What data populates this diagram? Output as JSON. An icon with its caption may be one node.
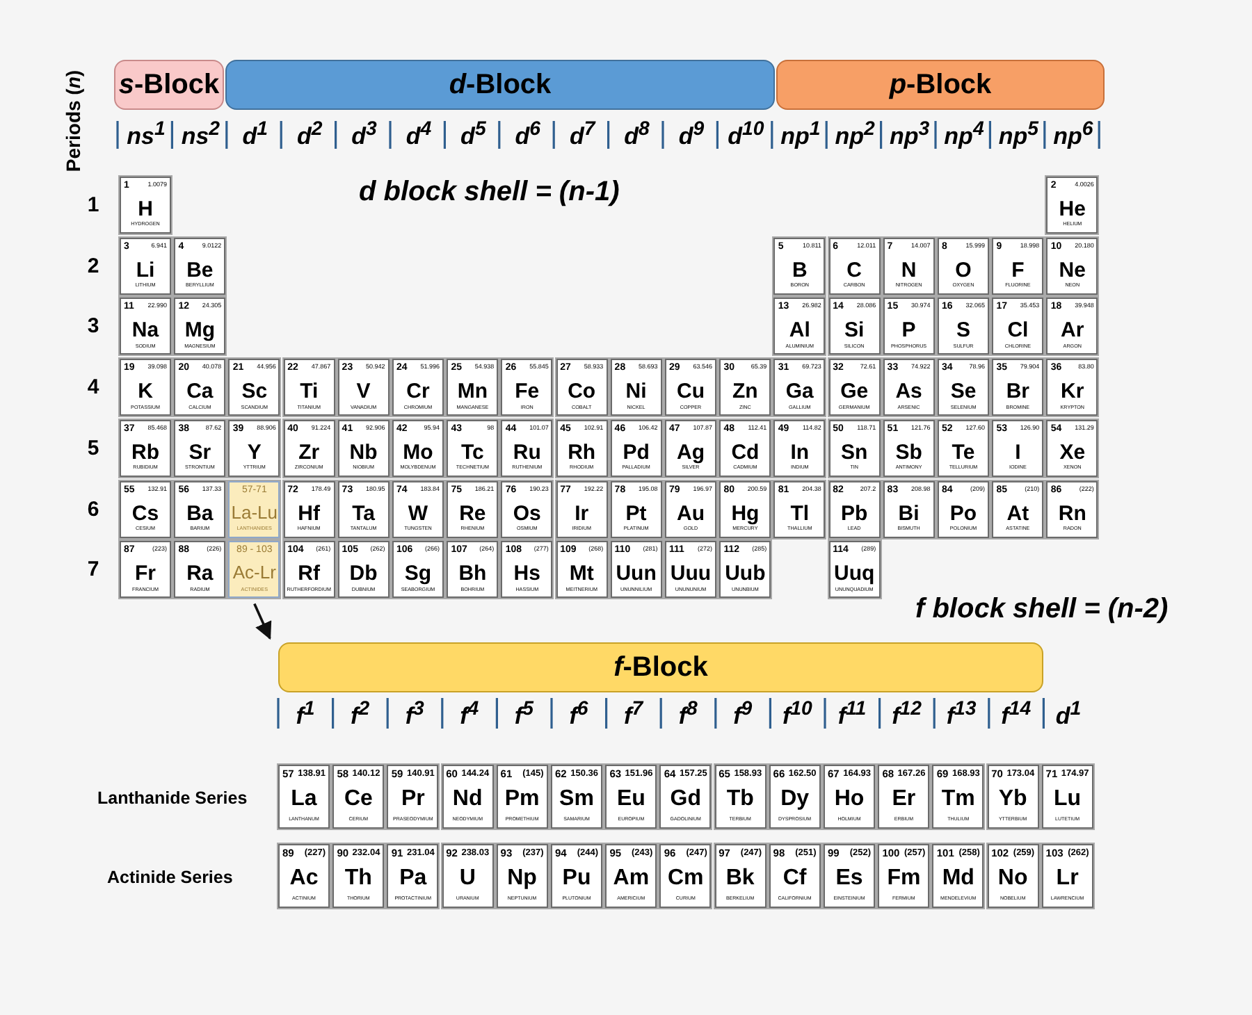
{
  "diagram": {
    "nodes": [
      {
        "text": [
          "*s*-Block"
        ]
      },
      {
        "text": [
          "*d*-Block"
        ]
      },
      {
        "text": [
          "*p*-Block"
        ]
      },
      {
        "text": [
          "1",
          "1.0079",
          "H",
          "HYDROGEN"
        ]
      },
      {
        "text": [
          "2",
          "4.0026",
          "He",
          "HELIUM"
        ]
      },
      {
        "text": [
          "3",
          "6.941",
          "Li",
          "LITHIUM"
        ]
      },
      {
        "text": [
          "4",
          "9.0122",
          "Be",
          "BERYLLIUM"
        ]
      },
      {
        "text": [
          "5",
          "10.811",
          "B",
          "BORON"
        ]
      },
      {
        "text": [
          "6",
          "12.011",
          "C",
          "CARBON"
        ]
      },
      {
        "text": [
          "7",
          "14.007",
          "N",
          "NITROGEN"
        ]
      },
      {
        "text": [
          "8",
          "15.999",
          "O",
          "OXYGEN"
        ]
      },
      {
        "text": [
          "9",
          "18.998",
          "F",
          "FLUORINE"
        ]
      },
      {
        "text": [
          "10",
          "20.180",
          "Ne",
          "NEON"
        ]
      },
      {
        "text": [
          "11",
          "22.990",
          "Na",
          "SODIUM"
        ]
      },
      {
        "text": [
          "12",
          "24.305",
          "Mg",
          "MAGNESIUM"
        ]
      },
      {
        "text": [
          "13",
          "26.982",
          "Al",
          "ALUMINIUM"
        ]
      },
      {
        "text": [
          "14",
          "28.086",
          "Si",
          "SILICON"
        ]
      },
      {
        "text": [
          "15",
          "30.974",
          "P",
          "PHOSPHORUS"
        ]
      },
      {
        "text": [
          "16",
          "32.065",
          "S",
          "SULFUR"
        ]
      },
      {
        "text": [
          "17",
          "35.453",
          "Cl",
          "CHLORINE"
        ]
      },
      {
        "text": [
          "18",
          "39.948",
          "Ar",
          "ARGON"
        ]
      },
      {
        "text": [
          "19",
          "39.098",
          "K",
          "POTASSIUM"
        ]
      },
      {
        "text": [
          "20",
          "40.078",
          "Ca",
          "CALCIUM"
        ]
      },
      {
        "text": [
          "21",
          "44.956",
          "Sc",
          "SCANDIUM"
        ]
      },
      {
        "text": [
          "22",
          "47.867",
          "Ti",
          "TITANIUM"
        ]
      },
      {
        "text": [
          "23",
          "50.942",
          "V",
          "VANADIUM"
        ]
      },
      {
        "text": [
          "24",
          "51.996",
          "Cr",
          "CHROMIUM"
        ]
      },
      {
        "text": [
          "25",
          "54.938",
          "Mn",
          "MANGANESE"
        ]
      },
      {
        "text": [
          "26",
          "55.845",
          "Fe",
          "IRON"
        ]
      },
      {
        "text": [
          "27",
          "58.933",
          "Co",
          "COBALT"
        ]
      },
      {
        "text": [
          "28",
          "58.693",
          "Ni",
          "NICKEL"
        ]
      },
      {
        "text": [
          "29",
          "63.546",
          "Cu",
          "COPPER"
        ]
      },
      {
        "text": [
          "30",
          "65.39",
          "Zn",
          "ZINC"
        ]
      },
      {
        "text": [
          "31",
          "69.723",
          "Ga",
          "GALLIUM"
        ]
      },
      {
        "text": [
          "32",
          "72.61",
          "Ge",
          "GERMANIUM"
        ]
      },
      {
        "text": [
          "33",
          "74.922",
          "As",
          "ARSENIC"
        ]
      },
      {
        "text": [
          "34",
          "78.96",
          "Se",
          "SELENIUM"
        ]
      },
      {
        "text": [
          "35",
          "79.904",
          "Br",
          "BROMINE"
        ]
      },
      {
        "text": [
          "36",
          "83.80",
          "Kr",
          "KRYPTON"
        ]
      },
      {
        "text": [
          "37",
          "85.468",
          "Rb",
          "RUBIDIUM"
        ]
      },
      {
        "text": [
          "38",
          "87.62",
          "Sr",
          "STRONTIUM"
        ]
      },
      {
        "text": [
          "39",
          "88.906",
          "Y",
          "YTTRIUM"
        ]
      },
      {
        "text": [
          "40",
          "91.224",
          "Zr",
          "ZIRCONIUM"
        ]
      },
      {
        "text": [
          "41",
          "92.906",
          "Nb",
          "NIOBIUM"
        ]
      },
      {
        "text": [
          "42",
          "95.94",
          "Mo",
          "MOLYBDENUM"
        ]
      },
      {
        "text": [
          "43",
          "98",
          "Tc",
          "TECHNETIUM"
        ]
      },
      {
        "text": [
          "44",
          "101.07",
          "Ru",
          "RUTHENIUM"
        ]
      },
      {
        "text": [
          "45",
          "102.91",
          "Rh",
          "RHODIUM"
        ]
      },
      {
        "text": [
          "46",
          "106.42",
          "Pd",
          "PALLADIUM"
        ]
      },
      {
        "text": [
          "47",
          "107.87",
          "Ag",
          "SILVER"
        ]
      },
      {
        "text": [
          "48",
          "112.41",
          "Cd",
          "CADMIUM"
        ]
      },
      {
        "text": [
          "49",
          "114.82",
          "In",
          "INDIUM"
        ]
      },
      {
        "text": [
          "50",
          "118.71",
          "Sn",
          "TIN"
        ]
      },
      {
        "text": [
          "51",
          "121.76",
          "Sb",
          "ANTIMONY"
        ]
      },
      {
        "text": [
          "52",
          "127.60",
          "Te",
          "TELLURIUM"
        ]
      },
      {
        "text": [
          "53",
          "126.90",
          "I",
          "IODINE"
        ]
      },
      {
        "text": [
          "54",
          "131.29",
          "Xe",
          "XENON"
        ]
      },
      {
        "text": [
          "55",
          "132.91",
          "Cs",
          "CESIUM"
        ]
      },
      {
        "text": [
          "56",
          "137.33",
          "Ba",
          "BARIUM"
        ]
      },
      {
        "text": [
          "57-71",
          "La-Lu",
          "LANTHANIDES"
        ]
      },
      {
        "text": [
          "72",
          "178.49",
          "Hf",
          "HAFNIUM"
        ]
      },
      {
        "text": [
          "73",
          "180.95",
          "Ta",
          "TANTALUM"
        ]
      },
      {
        "text": [
          "74",
          "183.84",
          "W",
          "TUNGSTEN"
        ]
      },
      {
        "text": [
          "75",
          "186.21",
          "Re",
          "RHENIUM"
        ]
      },
      {
        "text": [
          "76",
          "190.23",
          "Os",
          "OSMIUM"
        ]
      },
      {
        "text": [
          "77",
          "192.22",
          "Ir",
          "IRIDIUM"
        ]
      },
      {
        "text": [
          "78",
          "195.08",
          "Pt",
          "PLATINUM"
        ]
      },
      {
        "text": [
          "79",
          "196.97",
          "Au",
          "GOLD"
        ]
      },
      {
        "text": [
          "80",
          "200.59",
          "Hg",
          "MERCURY"
        ]
      },
      {
        "text": [
          "81",
          "204.38",
          "Tl",
          "THALLIUM"
        ]
      },
      {
        "text": [
          "82",
          "207.2",
          "Pb",
          "LEAD"
        ]
      },
      {
        "text": [
          "83",
          "208.98",
          "Bi",
          "BISMUTH"
        ]
      },
      {
        "text": [
          "84",
          "(209)",
          "Po",
          "POLONIUM"
        ]
      },
      {
        "text": [
          "85",
          "(210)",
          "At",
          "ASTATINE"
        ]
      },
      {
        "text": [
          "86",
          "(222)",
          "Rn",
          "RADON"
        ]
      },
      {
        "text": [
          "87",
          "(223)",
          "Fr",
          "FRANCIUM"
        ]
      },
      {
        "text": [
          "88",
          "(226)",
          "Ra",
          "RADIUM"
        ]
      },
      {
        "text": [
          "89 - 103",
          "Ac-Lr",
          "ACTINIDES"
        ]
      },
      {
        "text": [
          "104",
          "(261)",
          "Rf",
          "RUTHERFORDIUM"
        ]
      },
      {
        "text": [
          "105",
          "(262)",
          "Db",
          "DUBNIUM"
        ]
      },
      {
        "text": [
          "106",
          "(266)",
          "Sg",
          "SEABORGIUM"
        ]
      },
      {
        "text": [
          "107",
          "(264)",
          "Bh",
          "BOHRIUM"
        ]
      },
      {
        "text": [
          "108",
          "(277)",
          "Hs",
          "HASSIUM"
        ]
      },
      {
        "text": [
          "109",
          "(268)",
          "Mt",
          "MEITNERIUM"
        ]
      },
      {
        "text": [
          "110",
          "(281)",
          "Uun",
          "UNUNNILIUM"
        ]
      },
      {
        "text": [
          "111",
          "(272)",
          "Uuu",
          "UNUNUNIUM"
        ]
      },
      {
        "text": [
          "112",
          "(285)",
          "Uub",
          "UNUNBIUM"
        ]
      },
      {
        "text": [
          "114",
          "(289)",
          "Uuq",
          "UNUNQUADIUM"
        ]
      },
      {
        "text": [
          "*f*-Block"
        ]
      },
      {
        "text": [
          "57",
          "138.91",
          "La",
          "LANTHANUM"
        ]
      },
      {
        "text": [
          "58",
          "140.12",
          "Ce",
          "CERIUM"
        ]
      },
      {
        "text": [
          "59",
          "140.91",
          "Pr",
          "PRASEODYMIUM"
        ]
      },
      {
        "text": [
          "60",
          "144.24",
          "Nd",
          "NEODYMIUM"
        ]
      },
      {
        "text": [
          "61",
          "(145)",
          "Pm",
          "PROMETHIUM"
        ]
      },
      {
        "text": [
          "62",
          "150.36",
          "Sm",
          "SAMARIUM"
        ]
      },
      {
        "text": [
          "63",
          "151.96",
          "Eu",
          "EUROPIUM"
        ]
      },
      {
        "text": [
          "64",
          "157.25",
          "Gd",
          "GADOLINIUM"
        ]
      },
      {
        "text": [
          "65",
          "158.93",
          "Tb",
          "TERBIUM"
        ]
      },
      {
        "text": [
          "66",
          "162.50",
          "Dy",
          "DYSPROSIUM"
        ]
      },
      {
        "text": [
          "67",
          "164.93",
          "Ho",
          "HOLMIUM"
        ]
      },
      {
        "text": [
          "68",
          "167.26",
          "Er",
          "ERBIUM"
        ]
      },
      {
        "text": [
          "69",
          "168.93",
          "Tm",
          "THULIUM"
        ]
      },
      {
        "text": [
          "70",
          "173.04",
          "Yb",
          "YTTERBIUM"
        ]
      },
      {
        "text": [
          "71",
          "174.97",
          "Lu",
          "LUTETIUM"
        ]
      },
      {
        "text": [
          "89",
          "(227)",
          "Ac",
          "ACTINIUM"
        ]
      },
      {
        "text": [
          "90",
          "232.04",
          "Th",
          "THORIUM"
        ]
      },
      {
        "text": [
          "91",
          "231.04",
          "Pa",
          "PROTACTINIUM"
        ]
      },
      {
        "text": [
          "92",
          "238.03",
          "U",
          "URANIUM"
        ]
      },
      {
        "text": [
          "93",
          "(237)",
          "Np",
          "NEPTUNIUM"
        ]
      },
      {
        "text": [
          "94",
          "(244)",
          "Pu",
          "PLUTONIUM"
        ]
      },
      {
        "text": [
          "95",
          "(243)",
          "Am",
          "AMERICIUM"
        ]
      },
      {
        "text": [
          "96",
          "(247)",
          "Cm",
          "CURIUM"
        ]
      },
      {
        "text": [
          "97",
          "(247)",
          "Bk",
          "BERKELIUM"
        ]
      },
      {
        "text": [
          "98",
          "(251)",
          "Cf",
          "CALIFORNIUM"
        ]
      },
      {
        "text": [
          "99",
          "(252)",
          "Es",
          "EINSTEINIUM"
        ]
      },
      {
        "text": [
          "100",
          "(257)",
          "Fm",
          "FERMIUM"
        ]
      },
      {
        "text": [
          "101",
          "(258)",
          "Md",
          "MENDELEVIUM"
        ]
      },
      {
        "text": [
          "102",
          "(259)",
          "No",
          "NOBELIUM"
        ]
      },
      {
        "text": [
          "103",
          "(262)",
          "Lr",
          "LAWRENCIUM"
        ]
      }
    ],
    "edges": [
      {
        "from": 77,
        "to": 88,
        "arrow": "to"
      }
    ],
    "labels": [
      "ns$^{1}$",
      "ns$^{2}$",
      "d$^{1}$",
      "d$^{2}$",
      "d$^{3}$",
      "d$^{4}$",
      "d$^{5}$",
      "d$^{6}$",
      "d$^{7}$",
      "d$^{8}$",
      "d$^{9}$",
      "d$^{10}$",
      "np$^{1}$",
      "np$^{2}$",
      "np$^{3}$",
      "np$^{4}$",
      "np$^{5}$",
      "np$^{6}$",
      "Periods (*n*)",
      "d block shell = (n-1)",
      "1",
      "2",
      "3",
      "4",
      "5",
      "6",
      "7",
      "f block shell = (n-2)",
      "f$^{1}$",
      "f$^{2}$",
      "f$^{3}$",
      "f$^{4}$",
      "f$^{5}$",
      "f$^{6}$",
      "f$^{7}$",
      "f$^{8}$",
      "f$^{9}$",
      "f$^{10}$",
      "f$^{11}$",
      "f$^{12}$",
      "f$^{13}$",
      "f$^{14}$",
      "d$^{1}$",
      "Lanthanide Series",
      "Actinide Series"
    ]
  }
}
